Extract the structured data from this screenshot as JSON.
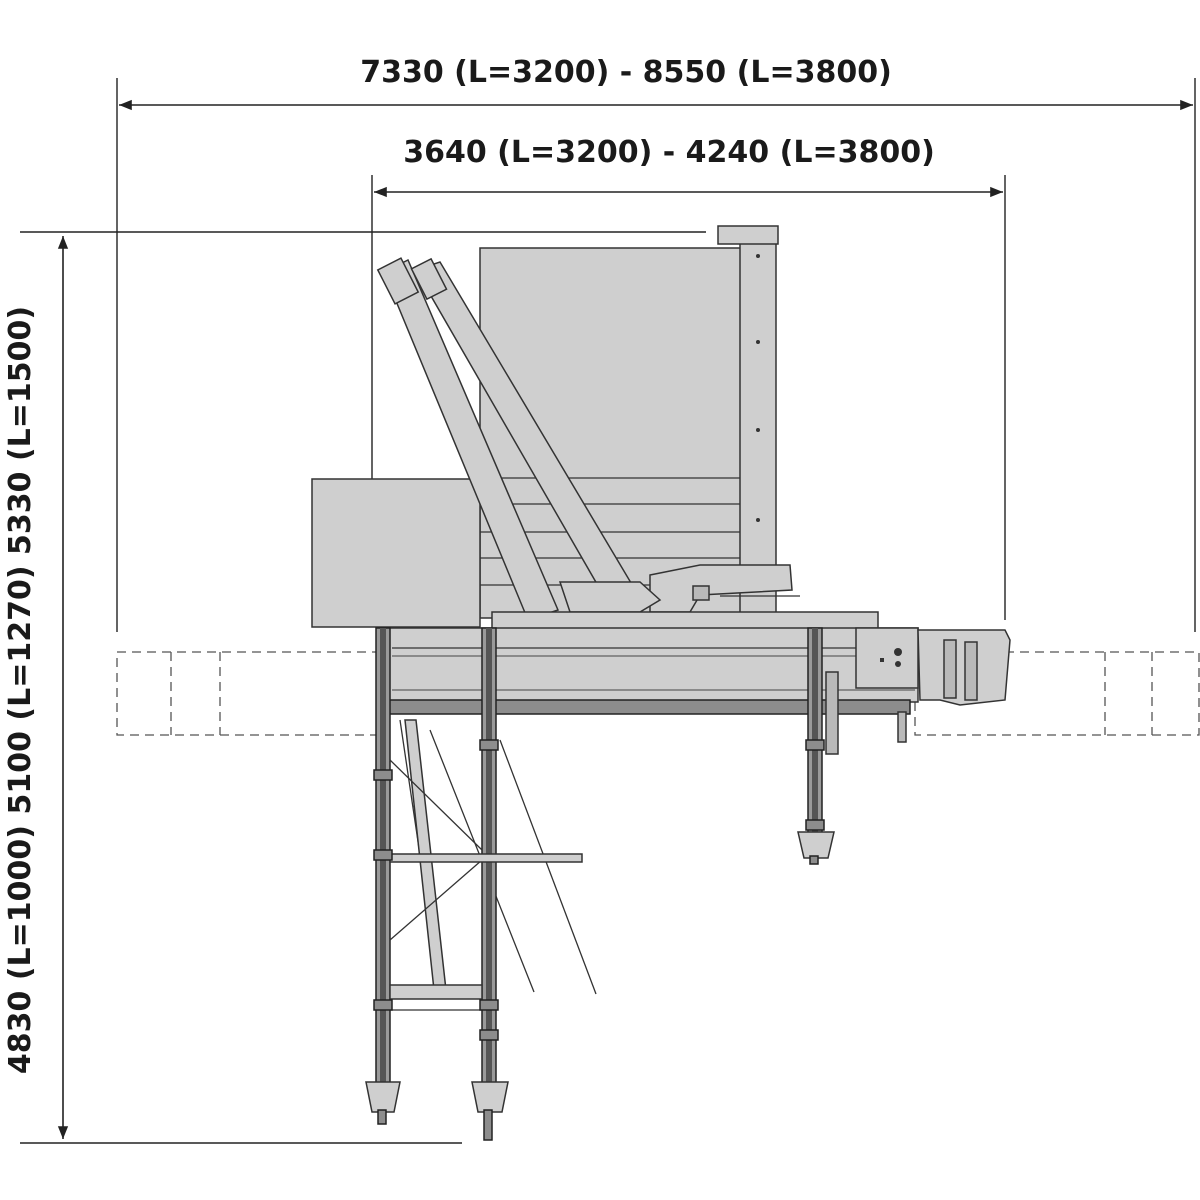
{
  "dimensions": {
    "overall_width": "7330 (L=3200) - 8550 (L=3800)",
    "machine_width": "3640 (L=3200) - 4240 (L=3800)",
    "overall_height": "4830 (L=1000) 5100 (L=1270) 5330 (L=1500)"
  },
  "colors": {
    "machine_body": "#cfcfcf",
    "machine_dark": "#8d8d8d",
    "dimension_lines": "#222222"
  }
}
